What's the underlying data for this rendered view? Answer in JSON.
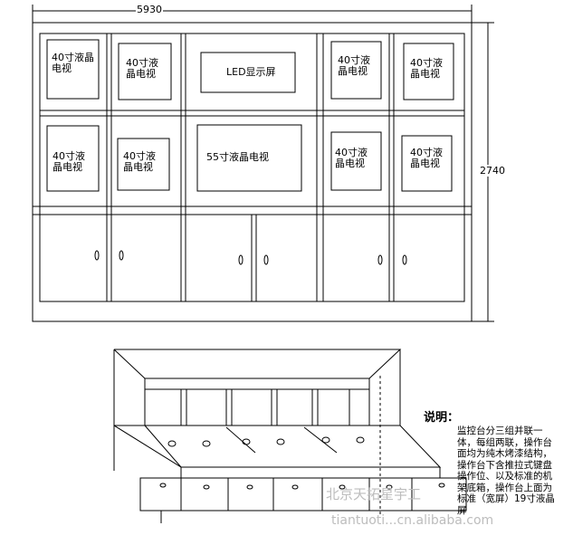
{
  "dimensions": {
    "width": "5930",
    "height": "2740"
  },
  "screens": {
    "tv40": "40寸液晶电视",
    "led": "LED显示屏",
    "tv55": "55寸液晶电视"
  },
  "notes": {
    "title": "说明：",
    "body": "监控台分三组并联一体，每组两联，操作台面均为纯木烤漆结构，操作台下含推拉式键盘操作位、以及标准的机架底箱，操作台上面为标准（宽屏）19寸液晶屏"
  },
  "watermark": {
    "cn": "北京天拓星宇工",
    "en": "tiantuoti...cn.alibaba.com"
  }
}
